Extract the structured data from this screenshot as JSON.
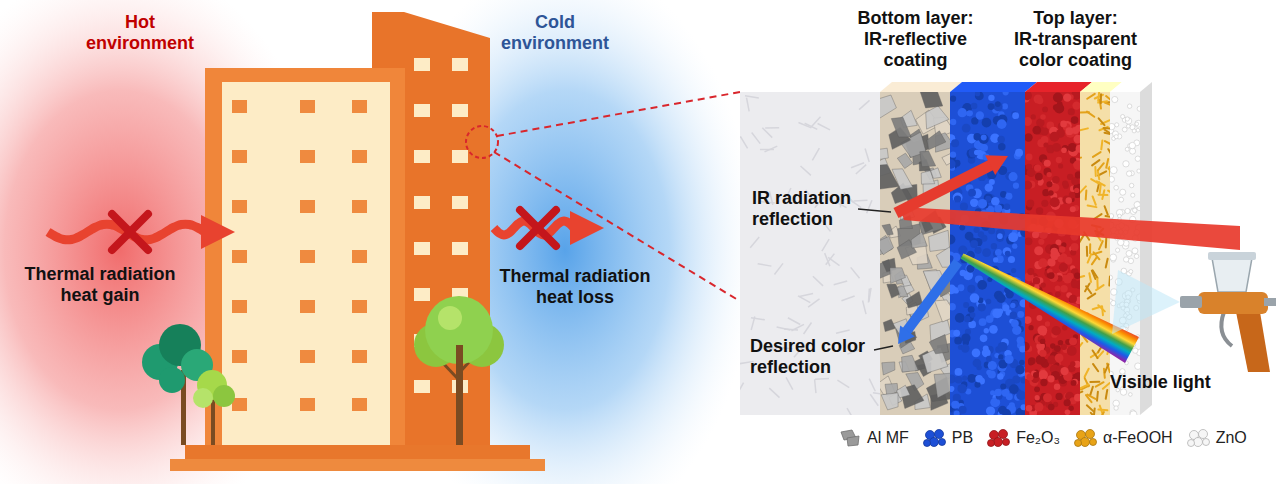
{
  "diagram": {
    "labels": [
      "Hot environment",
      "Cold environment",
      "Thermal radiation heat gain",
      "Thermal radiation heat loss",
      "Bottom layer: IR-reflective coating",
      "Top layer: IR-transparent color coating",
      "IR radiation reflection",
      "Desired color reflection",
      "Visible light"
    ],
    "legend": [
      {
        "text": "Al MF",
        "color": "#9a9a9a"
      },
      {
        "text": "PB",
        "color": "#1d4fd6"
      },
      {
        "text": "Fe₂O₃",
        "color": "#c81e24"
      },
      {
        "text": "α-FeOOH",
        "color": "#e8a317"
      },
      {
        "text": "ZnO",
        "color": "#f6f6f6"
      }
    ]
  }
}
